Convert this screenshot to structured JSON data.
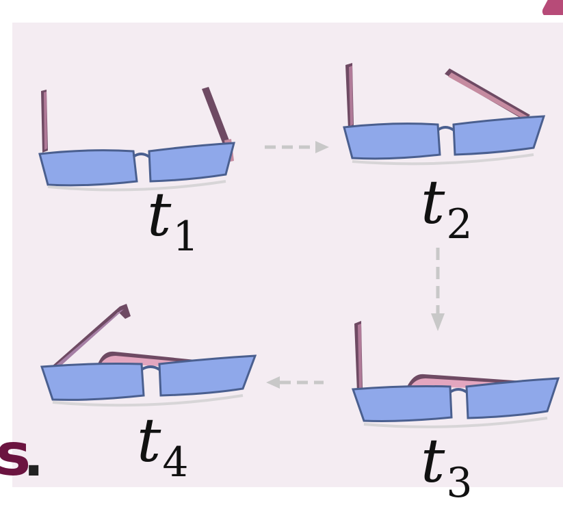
{
  "frames": [
    {
      "id": "t1",
      "base": "t",
      "sub": "1"
    },
    {
      "id": "t2",
      "base": "t",
      "sub": "2"
    },
    {
      "id": "t3",
      "base": "t",
      "sub": "3"
    },
    {
      "id": "t4",
      "base": "t",
      "sub": "4"
    }
  ],
  "fragment": {
    "letter": "s",
    "dot": "."
  },
  "colors": {
    "lens": "#8fa8ea",
    "lens_edge": "#4a5f8f",
    "temple": "#c58ba0",
    "temple_dark": "#6e4a63",
    "arrow": "#c8c8c8",
    "background": "#f4ecf2"
  }
}
